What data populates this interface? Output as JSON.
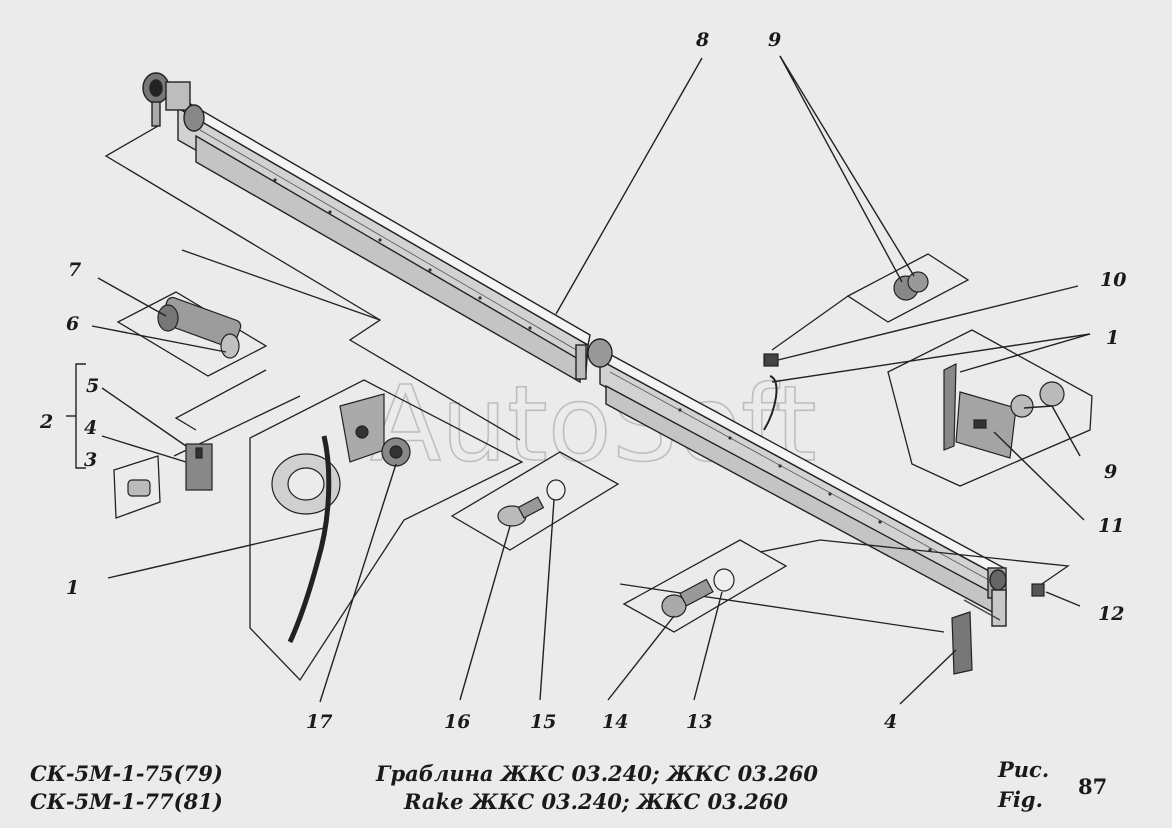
{
  "labels": {
    "l8": "8",
    "l9a": "9",
    "l10": "10",
    "l1a": "1",
    "l9b": "9",
    "l11": "11",
    "l12": "12",
    "l7": "7",
    "l6": "6",
    "l2": "2",
    "l5": "5",
    "l4a": "4",
    "l3": "3",
    "l1b": "1",
    "l17": "17",
    "l16": "16",
    "l15": "15",
    "l14": "14",
    "l13": "13",
    "l4b": "4"
  },
  "watermark": "AutoSoft",
  "footer": {
    "model_1": "СК-5М-1-75(79)",
    "model_2": "СК-5М-1-77(81)",
    "title_ru": "Граблина ЖКС 03.240; ЖКС 03.260",
    "title_en": "Rake ЖКС 03.240; ЖКС 03.260",
    "fig_ru": "Рис.",
    "fig_en": "Fig.",
    "fig_number": "87"
  }
}
